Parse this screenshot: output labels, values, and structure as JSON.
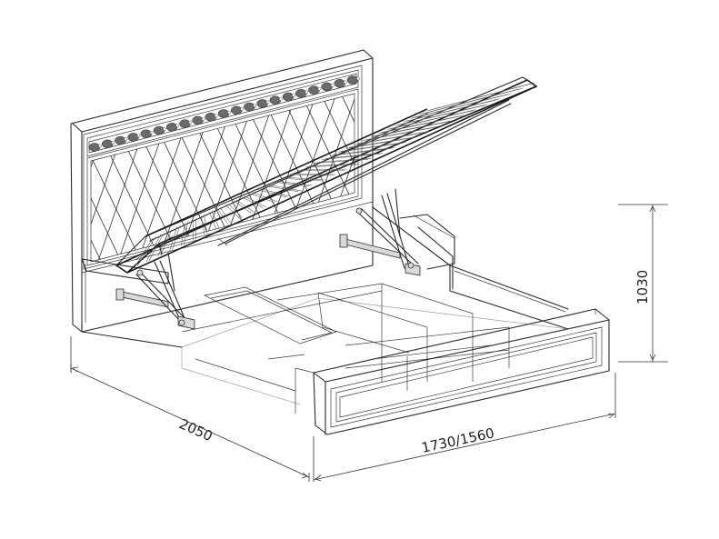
{
  "dimensions": {
    "length": "2050",
    "width": "1730/1560",
    "height": "1030"
  }
}
